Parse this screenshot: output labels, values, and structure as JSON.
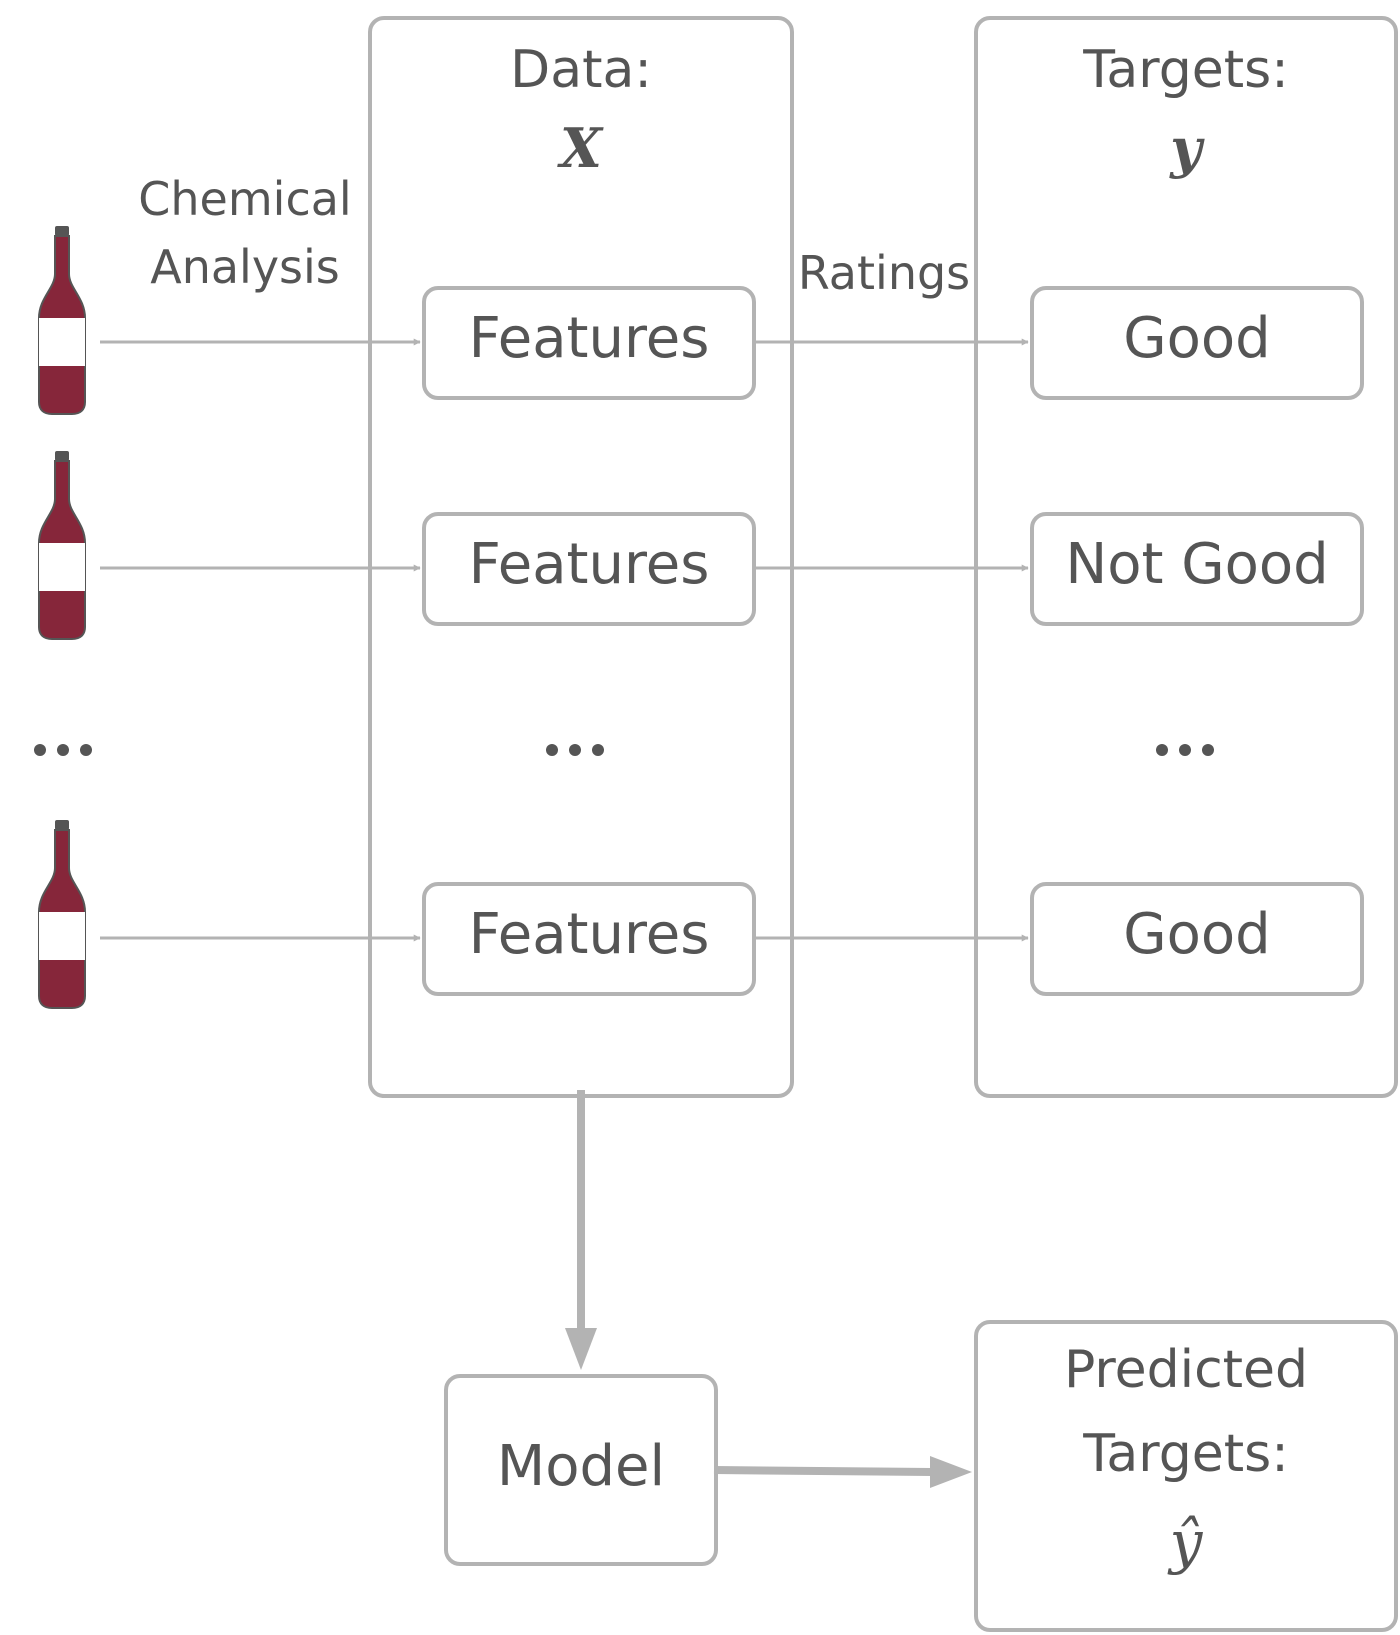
{
  "data_panel": {
    "title": "Data:",
    "symbol": "X"
  },
  "targets_panel": {
    "title": "Targets:",
    "symbol": "y"
  },
  "edge_labels": {
    "chemical_line1": "Chemical",
    "chemical_line2": "Analysis",
    "ratings": "Ratings"
  },
  "features": [
    "Features",
    "Features",
    "Features"
  ],
  "targets": [
    "Good",
    "Not Good",
    "Good"
  ],
  "ellipsis": "•••",
  "model": "Model",
  "predicted": {
    "line1": "Predicted",
    "line2": "Targets:",
    "symbol": "ŷ"
  },
  "colors": {
    "line": "#b3b3b3",
    "wine": "#86263a",
    "label": "#ffffff",
    "cap": "#555555",
    "text": "#555555"
  },
  "icons": [
    "wine-bottle-icon"
  ]
}
